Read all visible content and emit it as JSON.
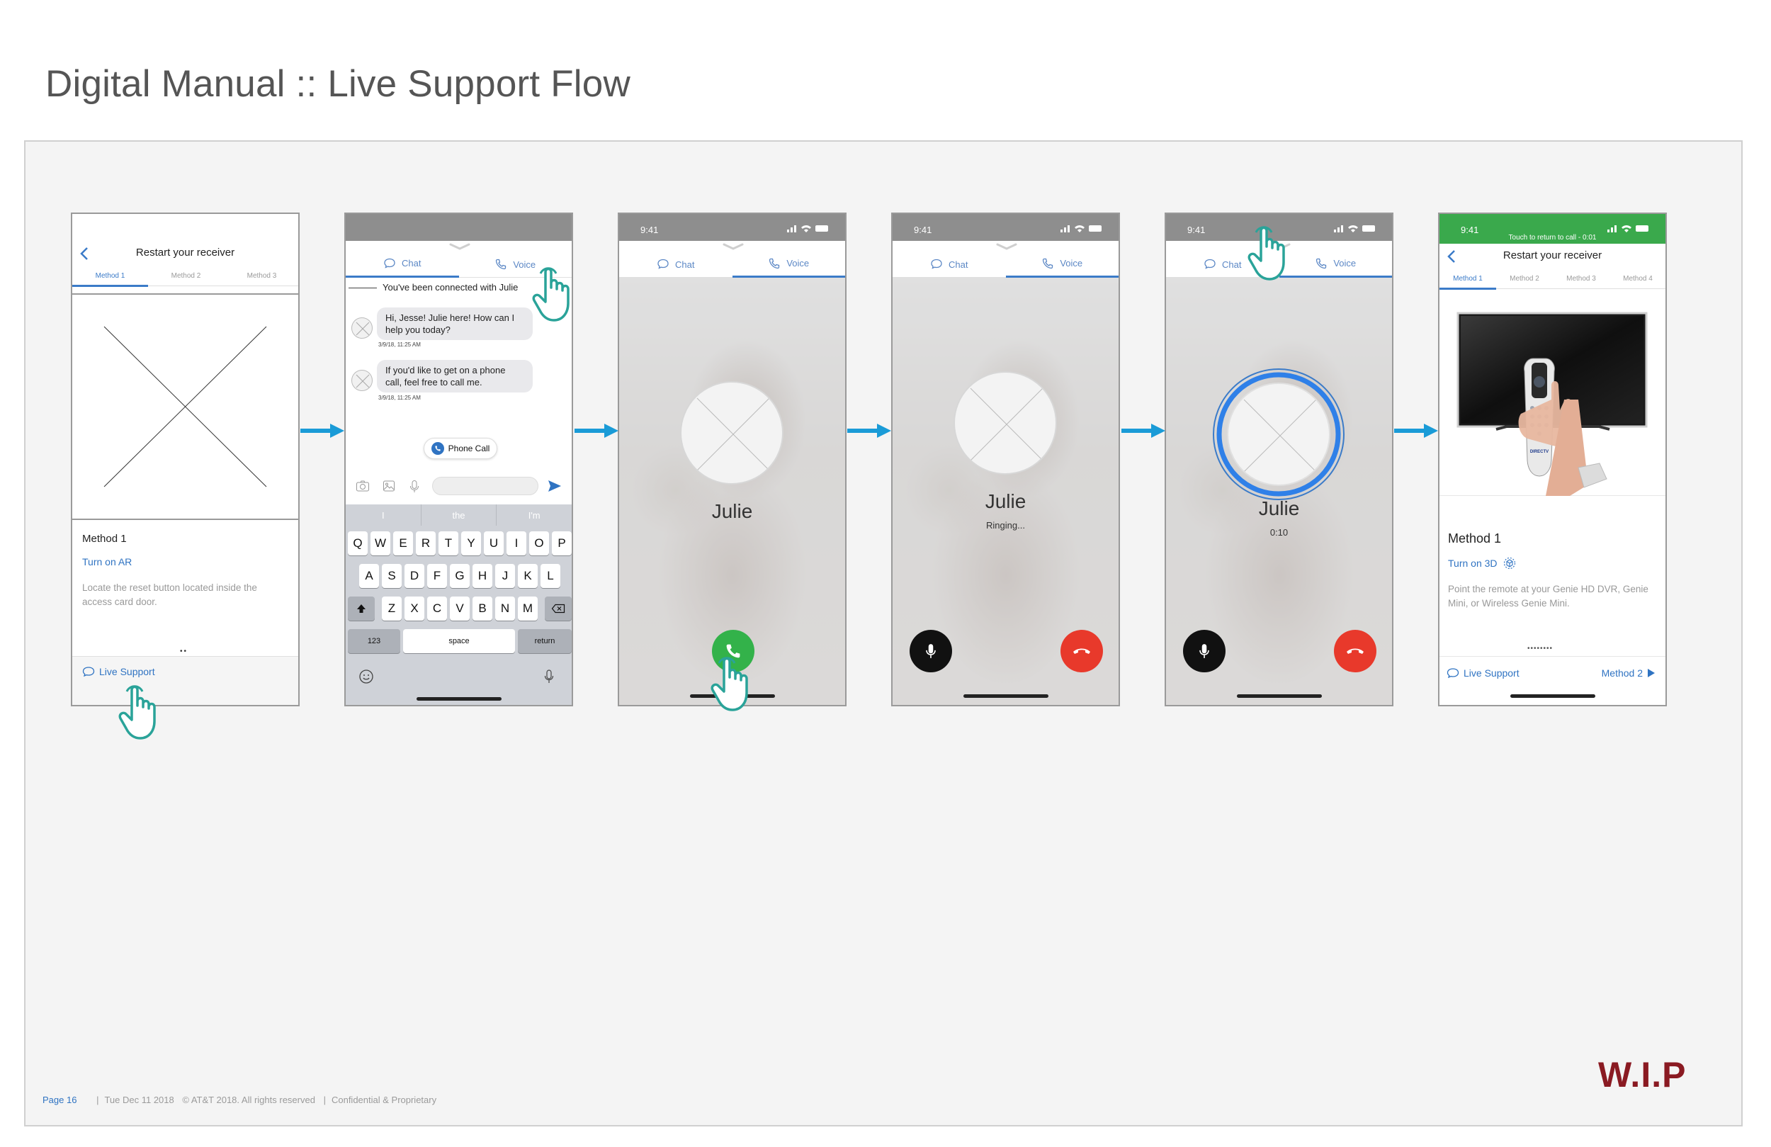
{
  "page": {
    "title": "Digital Manual :: Live Support Flow"
  },
  "common": {
    "time": "9:41",
    "tab_chat": "Chat",
    "tab_voice": "Voice",
    "colors": {
      "accent": "#3b7bc8",
      "flow_arrow": "#1a9bd7",
      "call_green": "#33b24a",
      "end_red": "#e8392b",
      "status_green": "#3aa94c",
      "wip": "#8a1a22"
    }
  },
  "screen1": {
    "title": "Restart your receiver",
    "tabs": [
      "Method 1",
      "Method 2",
      "Method 3"
    ],
    "method_title": "Method 1",
    "ar_link": "Turn on AR",
    "description": "Locate the reset button located inside the access card door.",
    "live_support": "Live Support"
  },
  "screen2": {
    "connected": "You've been connected with Julie",
    "messages": [
      {
        "text": "Hi, Jesse! Julie here! How can I help you today?",
        "time": "3/9/18, 11:25 AM"
      },
      {
        "text": "If you'd like to get on a phone call, feel free to call me.",
        "time": "3/9/18, 11:25 AM"
      }
    ],
    "phone_call_button": "Phone Call",
    "suggestions": [
      "I",
      "the",
      "I'm"
    ],
    "keys_row1": [
      "Q",
      "W",
      "E",
      "R",
      "T",
      "Y",
      "U",
      "I",
      "O",
      "P"
    ],
    "keys_row2": [
      "A",
      "S",
      "D",
      "F",
      "G",
      "H",
      "J",
      "K",
      "L"
    ],
    "keys_row3": [
      "Z",
      "X",
      "C",
      "V",
      "B",
      "N",
      "M"
    ],
    "key_123": "123",
    "key_space": "space",
    "key_return": "return"
  },
  "screen3": {
    "caller": "Julie"
  },
  "screen4": {
    "caller": "Julie",
    "status": "Ringing..."
  },
  "screen5": {
    "caller": "Julie",
    "timer": "0:10"
  },
  "screen6": {
    "banner": "Touch to return to call - 0:01",
    "title": "Restart your receiver",
    "tabs": [
      "Method 1",
      "Method 2",
      "Method 3",
      "Method 4"
    ],
    "method_title": "Method 1",
    "link_3d": "Turn on 3D",
    "description": "Point the remote at your Genie HD DVR, Genie Mini, or Wireless Genie Mini.",
    "live_support": "Live Support",
    "next_method": "Method 2",
    "remote_brand": "DIRECTV"
  },
  "footer": {
    "page": "Page 16",
    "date": "Tue Dec 11 2018",
    "copyright": "© AT&T 2018. All rights reserved",
    "confidential": "Confidential & Proprietary"
  },
  "wip": "W.I.P"
}
